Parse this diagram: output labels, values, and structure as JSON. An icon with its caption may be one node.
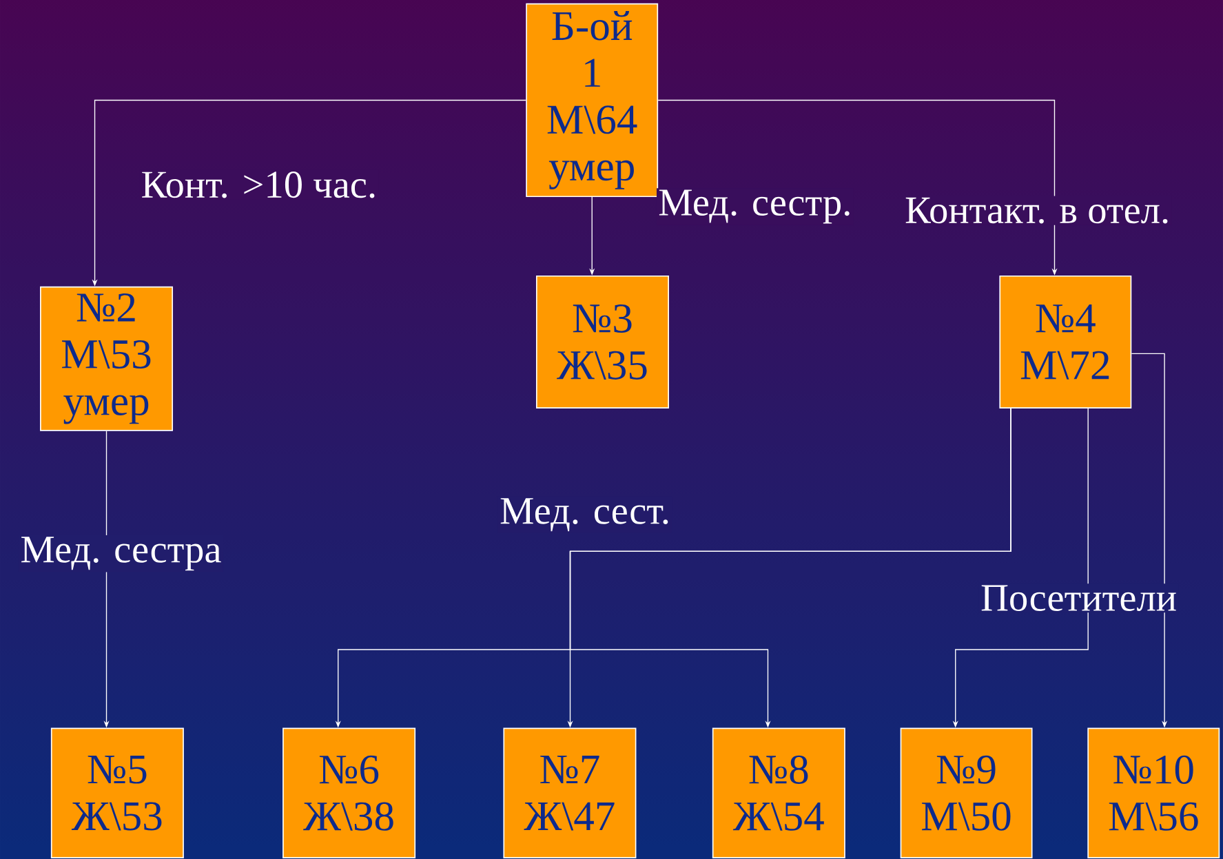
{
  "diagram": {
    "nodes": [
      {
        "text": [
          "Б-ой 1 М\\64 умер"
        ]
      },
      {
        "text": [
          "№2 М\\53 умер"
        ]
      },
      {
        "text": [
          "№3 Ж\\35"
        ]
      },
      {
        "text": [
          "№4 М\\72"
        ]
      },
      {
        "text": [
          "№5 Ж\\53"
        ]
      },
      {
        "text": [
          "№6 Ж\\38"
        ]
      },
      {
        "text": [
          "№7 Ж\\47"
        ]
      },
      {
        "text": [
          "№8 Ж\\54"
        ]
      },
      {
        "text": [
          "№9 М\\50"
        ]
      },
      {
        "text": [
          "№10 М\\56"
        ]
      }
    ],
    "edges": [
      {
        "from": 0,
        "to": 1,
        "arrow": "to",
        "label": "Конт. >10 час."
      },
      {
        "from": 0,
        "to": 2,
        "arrow": "to",
        "label": "Мед. сестр."
      },
      {
        "from": 0,
        "to": 3,
        "arrow": "to",
        "label": "Контакт. в отел."
      },
      {
        "from": 1,
        "to": 4,
        "arrow": "to",
        "label": "Мед. сестра"
      },
      {
        "from": 3,
        "to": 5,
        "arrow": "to"
      },
      {
        "from": 3,
        "to": 6,
        "arrow": "to",
        "label": "Мед. сест."
      },
      {
        "from": 3,
        "to": 7,
        "arrow": "to"
      },
      {
        "from": 3,
        "to": 8,
        "arrow": "to",
        "label": "Посетители"
      },
      {
        "from": 3,
        "to": 9,
        "arrow": "to"
      }
    ]
  }
}
